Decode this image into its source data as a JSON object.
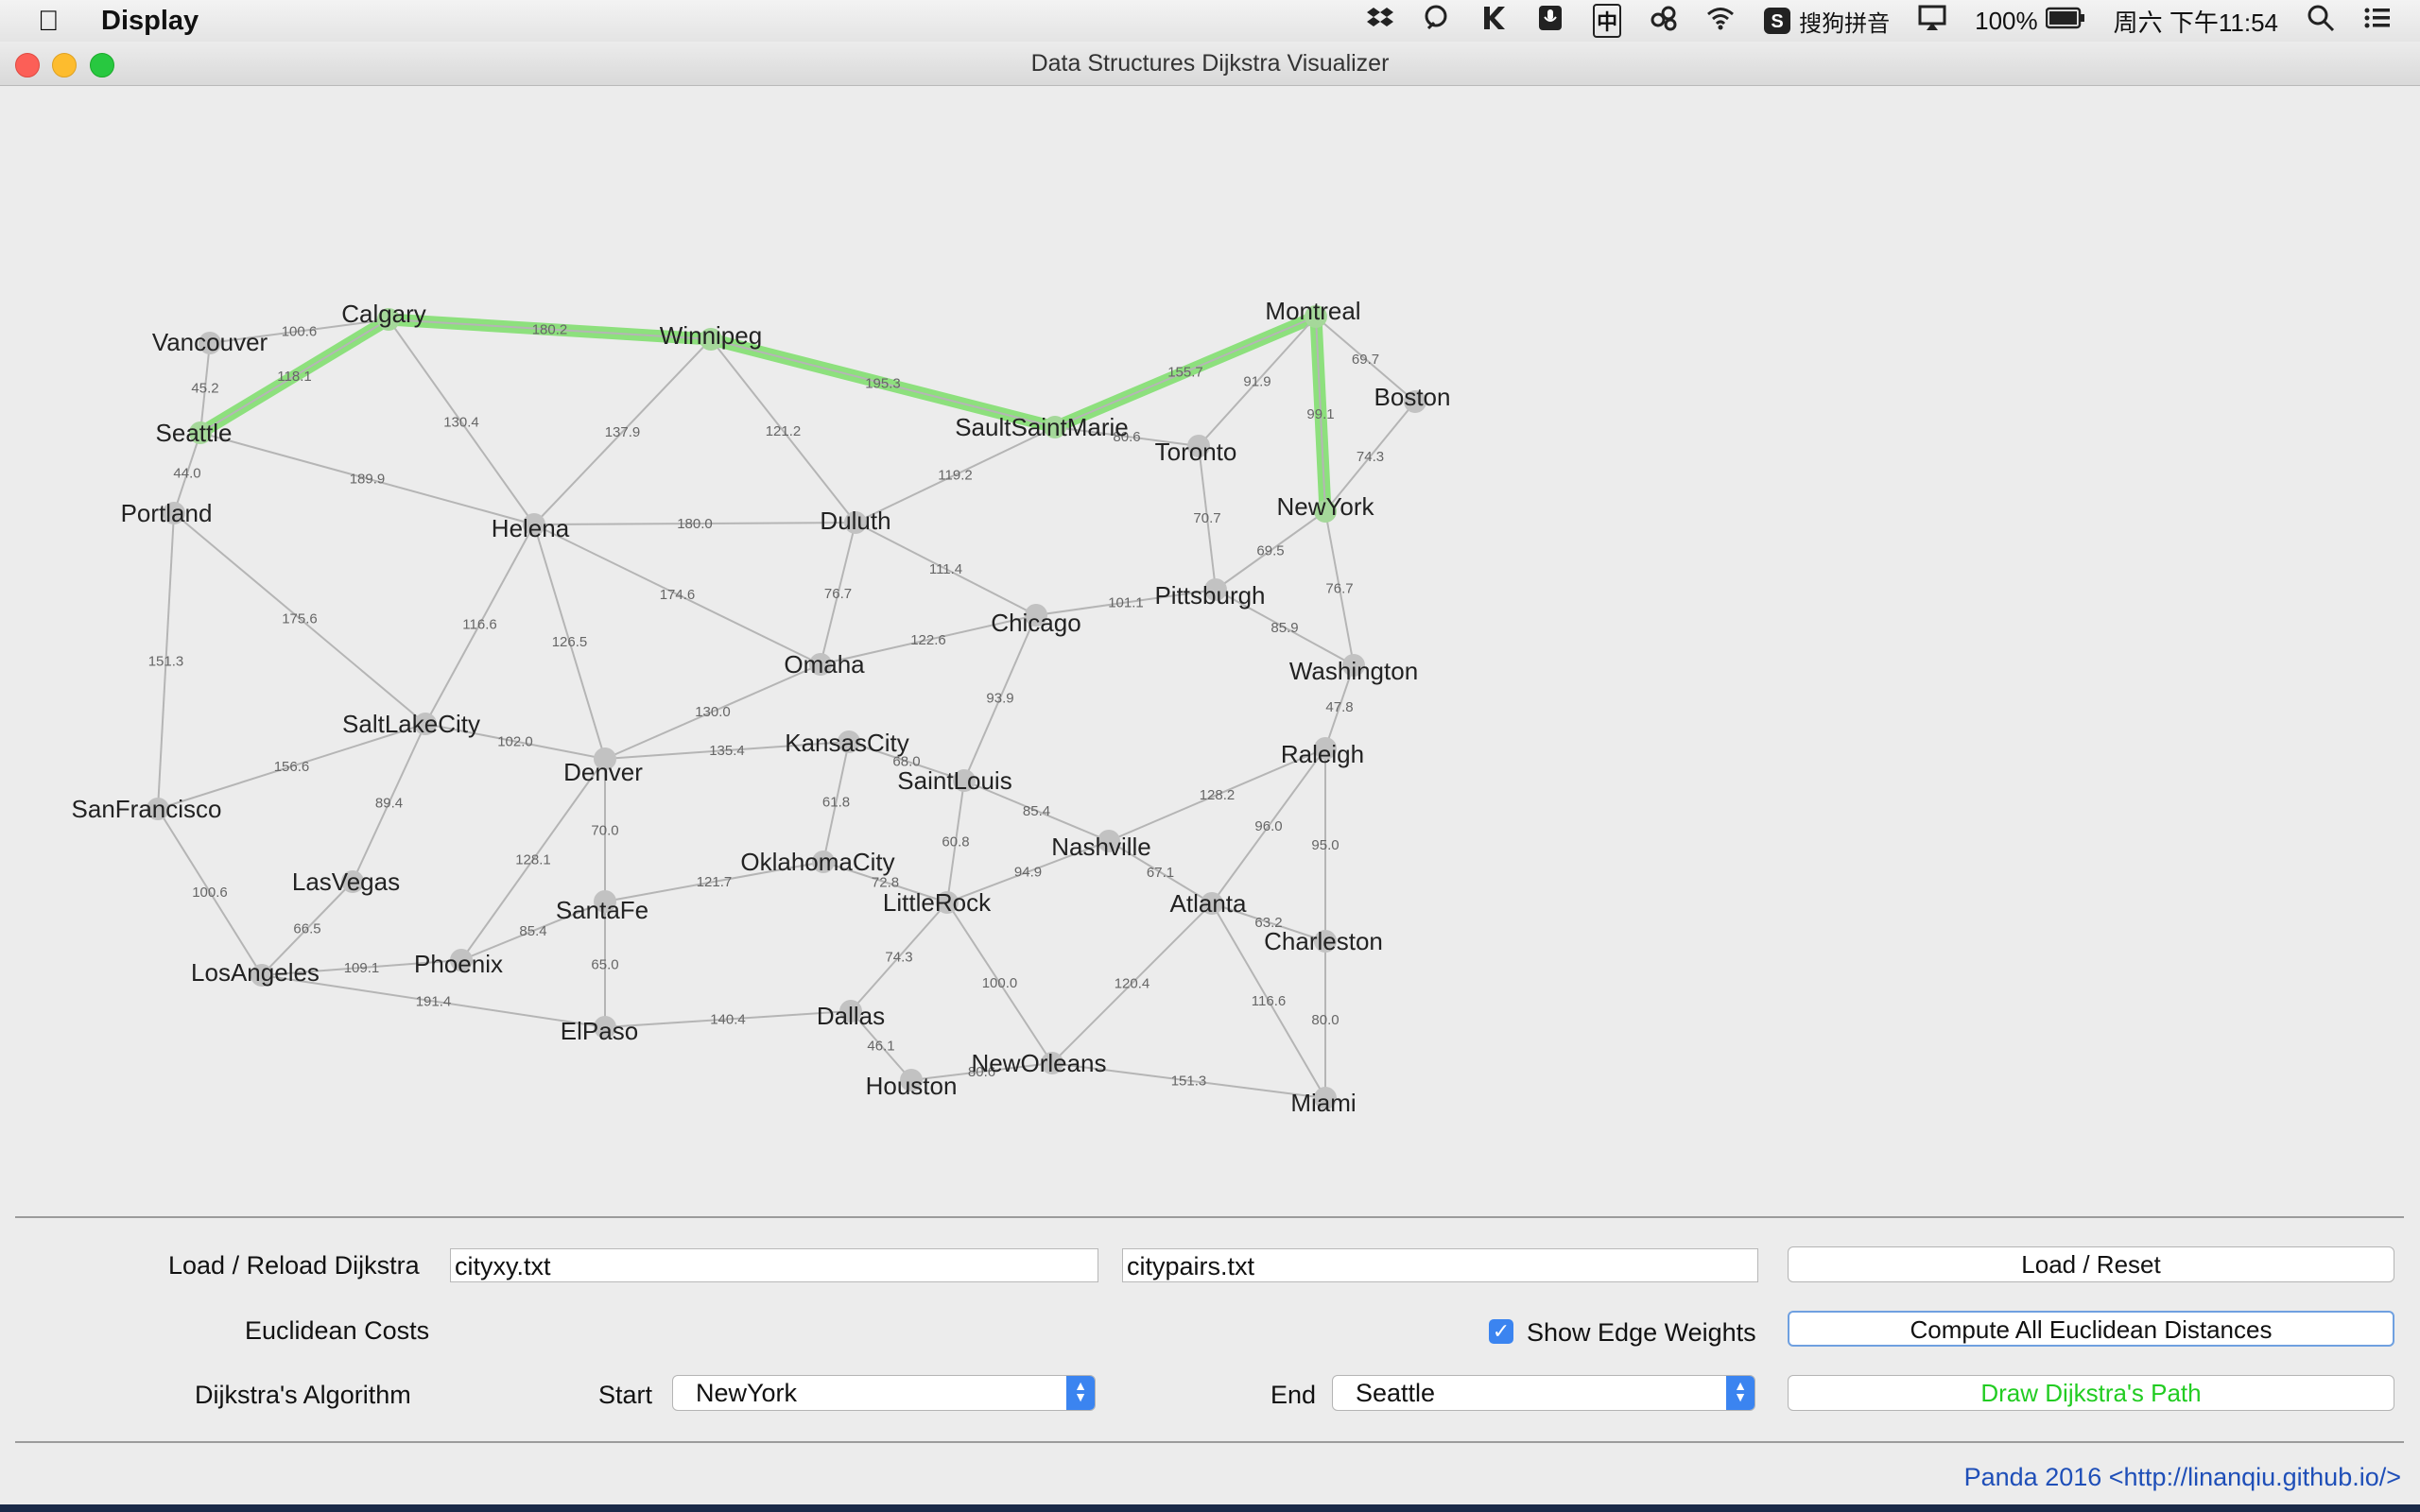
{
  "menubar": {
    "app_name": "Display",
    "input_method": "搜狗拼音",
    "battery": "100%",
    "clock": "周六 下午11:54"
  },
  "window": {
    "title": "Data Structures Dijkstra Visualizer"
  },
  "graph": {
    "path_color": "#7ddf6a",
    "nodes": [
      {
        "name": "Vancouver"
      },
      {
        "name": "Calgary"
      },
      {
        "name": "Winnipeg"
      },
      {
        "name": "Montreal"
      },
      {
        "name": "Boston"
      },
      {
        "name": "Seattle"
      },
      {
        "name": "SaultSaintMarie"
      },
      {
        "name": "Toronto"
      },
      {
        "name": "NewYork"
      },
      {
        "name": "Portland"
      },
      {
        "name": "Helena"
      },
      {
        "name": "Duluth"
      },
      {
        "name": "Pittsburgh"
      },
      {
        "name": "Chicago"
      },
      {
        "name": "Omaha"
      },
      {
        "name": "Washington"
      },
      {
        "name": "SaltLakeCity"
      },
      {
        "name": "Denver"
      },
      {
        "name": "KansasCity"
      },
      {
        "name": "SaintLouis"
      },
      {
        "name": "Raleigh"
      },
      {
        "name": "SanFrancisco"
      },
      {
        "name": "Nashville"
      },
      {
        "name": "OklahomaCity"
      },
      {
        "name": "LasVegas"
      },
      {
        "name": "SantaFe"
      },
      {
        "name": "LittleRock"
      },
      {
        "name": "Atlanta"
      },
      {
        "name": "Charleston"
      },
      {
        "name": "LosAngeles"
      },
      {
        "name": "Phoenix"
      },
      {
        "name": "ElPaso"
      },
      {
        "name": "Dallas"
      },
      {
        "name": "Houston"
      },
      {
        "name": "NewOrleans"
      },
      {
        "name": "Miami"
      }
    ],
    "edges": [
      {
        "a": "Vancouver",
        "b": "Calgary",
        "w": "100.6"
      },
      {
        "a": "Vancouver",
        "b": "Seattle",
        "w": "45.2"
      },
      {
        "a": "Seattle",
        "b": "Calgary",
        "w": "118.1",
        "path": true
      },
      {
        "a": "Calgary",
        "b": "Winnipeg",
        "w": "180.2",
        "path": true
      },
      {
        "a": "Winnipeg",
        "b": "SaultSaintMarie",
        "w": "195.3",
        "path": true
      },
      {
        "a": "SaultSaintMarie",
        "b": "Montreal",
        "w": "155.7",
        "path": true
      },
      {
        "a": "Montreal",
        "b": "NewYork",
        "w": "99.1",
        "path": true
      },
      {
        "a": "Montreal",
        "b": "Boston",
        "w": "69.7"
      },
      {
        "a": "Montreal",
        "b": "Toronto",
        "w": "91.9"
      },
      {
        "a": "Boston",
        "b": "NewYork",
        "w": "74.3"
      },
      {
        "a": "SaultSaintMarie",
        "b": "Toronto",
        "w": "80.6"
      },
      {
        "a": "SaultSaintMarie",
        "b": "Duluth",
        "w": "119.2"
      },
      {
        "a": "Toronto",
        "b": "Pittsburgh",
        "w": "70.7"
      },
      {
        "a": "NewYork",
        "b": "Pittsburgh",
        "w": "69.5"
      },
      {
        "a": "NewYork",
        "b": "Washington",
        "w": "76.7"
      },
      {
        "a": "Calgary",
        "b": "Helena",
        "w": "130.4"
      },
      {
        "a": "Winnipeg",
        "b": "Helena",
        "w": "137.9"
      },
      {
        "a": "Winnipeg",
        "b": "Duluth",
        "w": "121.2"
      },
      {
        "a": "Seattle",
        "b": "Helena",
        "w": "189.9"
      },
      {
        "a": "Seattle",
        "b": "Portland",
        "w": "44.0"
      },
      {
        "a": "Helena",
        "b": "Duluth",
        "w": "180.0"
      },
      {
        "a": "Helena",
        "b": "Omaha",
        "w": "174.6"
      },
      {
        "a": "Helena",
        "b": "Denver",
        "w": "126.5"
      },
      {
        "a": "Helena",
        "b": "SaltLakeCity",
        "w": "116.6"
      },
      {
        "a": "Duluth",
        "b": "Omaha",
        "w": "76.7"
      },
      {
        "a": "Duluth",
        "b": "Chicago",
        "w": "111.4"
      },
      {
        "a": "Chicago",
        "b": "Pittsburgh",
        "w": "101.1"
      },
      {
        "a": "Omaha",
        "b": "Chicago",
        "w": "122.6"
      },
      {
        "a": "Pittsburgh",
        "b": "Washington",
        "w": "85.9"
      },
      {
        "a": "Portland",
        "b": "SaltLakeCity",
        "w": "175.6"
      },
      {
        "a": "Portland",
        "b": "SanFrancisco",
        "w": "151.3"
      },
      {
        "a": "SanFrancisco",
        "b": "SaltLakeCity",
        "w": "156.6"
      },
      {
        "a": "SaltLakeCity",
        "b": "Denver",
        "w": "102.0"
      },
      {
        "a": "SaltLakeCity",
        "b": "LasVegas",
        "w": "89.4"
      },
      {
        "a": "Denver",
        "b": "Omaha",
        "w": "130.0"
      },
      {
        "a": "Denver",
        "b": "KansasCity",
        "w": "135.4"
      },
      {
        "a": "Denver",
        "b": "SantaFe",
        "w": "70.0"
      },
      {
        "a": "Denver",
        "b": "Phoenix",
        "w": "128.1"
      },
      {
        "a": "Chicago",
        "b": "SaintLouis",
        "w": "93.9"
      },
      {
        "a": "KansasCity",
        "b": "SaintLouis",
        "w": "68.0"
      },
      {
        "a": "KansasCity",
        "b": "OklahomaCity",
        "w": "61.8"
      },
      {
        "a": "SaintLouis",
        "b": "Nashville",
        "w": "85.4"
      },
      {
        "a": "SaintLouis",
        "b": "LittleRock",
        "w": "60.8"
      },
      {
        "a": "Washington",
        "b": "Raleigh",
        "w": "47.8"
      },
      {
        "a": "Raleigh",
        "b": "Nashville",
        "w": "128.2"
      },
      {
        "a": "Raleigh",
        "b": "Atlanta",
        "w": "96.0"
      },
      {
        "a": "Raleigh",
        "b": "Charleston",
        "w": "95.0"
      },
      {
        "a": "Nashville",
        "b": "Atlanta",
        "w": "67.1"
      },
      {
        "a": "LittleRock",
        "b": "Nashville",
        "w": "94.9"
      },
      {
        "a": "OklahomaCity",
        "b": "LittleRock",
        "w": "72.8"
      },
      {
        "a": "SantaFe",
        "b": "OklahomaCity",
        "w": "121.7"
      },
      {
        "a": "SanFrancisco",
        "b": "LosAngeles",
        "w": "100.6"
      },
      {
        "a": "LasVegas",
        "b": "LosAngeles",
        "w": "66.5"
      },
      {
        "a": "LosAngeles",
        "b": "Phoenix",
        "w": "109.1"
      },
      {
        "a": "LosAngeles",
        "b": "ElPaso",
        "w": "191.4"
      },
      {
        "a": "Phoenix",
        "b": "SantaFe",
        "w": "85.4"
      },
      {
        "a": "SantaFe",
        "b": "ElPaso",
        "w": "65.0"
      },
      {
        "a": "ElPaso",
        "b": "Dallas",
        "w": "140.4"
      },
      {
        "a": "LittleRock",
        "b": "Dallas",
        "w": "74.3"
      },
      {
        "a": "LittleRock",
        "b": "NewOrleans",
        "w": "100.0"
      },
      {
        "a": "Dallas",
        "b": "Houston",
        "w": "46.1"
      },
      {
        "a": "Houston",
        "b": "NewOrleans",
        "w": "80.6"
      },
      {
        "a": "NewOrleans",
        "b": "Atlanta",
        "w": "120.4"
      },
      {
        "a": "NewOrleans",
        "b": "Miami",
        "w": "151.3"
      },
      {
        "a": "Atlanta",
        "b": "Charleston",
        "w": "63.2"
      },
      {
        "a": "Atlanta",
        "b": "Miami",
        "w": "116.6"
      },
      {
        "a": "Charleston",
        "b": "Miami",
        "w": "80.0"
      }
    ]
  },
  "controls": {
    "load_label": "Load / Reload Dijkstra",
    "cityxy_file": "cityxy.txt",
    "citypairs_file": "citypairs.txt",
    "load_button": "Load / Reset",
    "euclid_label": "Euclidean Costs",
    "show_weights_label": "Show Edge Weights",
    "show_weights_checked": true,
    "compute_button": "Compute All Euclidean Distances",
    "dijkstra_label": "Dijkstra's Algorithm",
    "start_label": "Start",
    "start_value": "NewYork",
    "end_label": "End",
    "end_value": "Seattle",
    "draw_button": "Draw Dijkstra's Path",
    "draw_button_color": "#22cc22"
  },
  "footer": {
    "credit": "Panda 2016 <http://linanqiu.github.io/>"
  }
}
